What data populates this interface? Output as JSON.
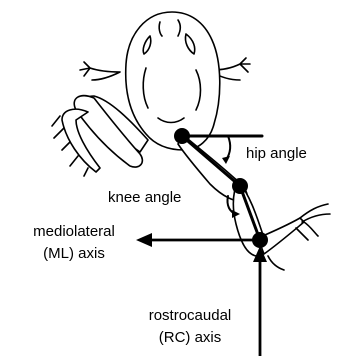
{
  "labels": {
    "hip_angle": "hip angle",
    "knee_angle": "knee angle",
    "ml_axis_line1": "mediolateral",
    "ml_axis_line2": "(ML) axis",
    "rc_axis_line1": "rostrocaudal",
    "rc_axis_line2": "(RC) axis"
  },
  "colors": {
    "ink": "#000000",
    "background": "#ffffff"
  }
}
